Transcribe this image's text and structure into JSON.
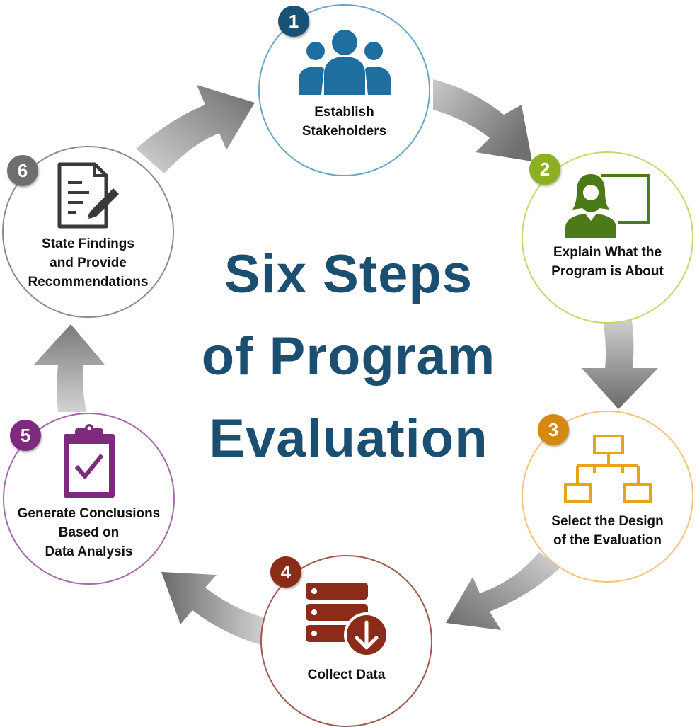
{
  "title": {
    "line1": "Six Steps",
    "line2": "of Program",
    "line3": "Evaluation",
    "color": "#1b4f72"
  },
  "steps": [
    {
      "number": "1",
      "label": "Establish\nStakeholders",
      "color": "#1a5276",
      "border": "#6aa6c8",
      "icon": "stakeholders-icon"
    },
    {
      "number": "2",
      "label": "Explain What the\nProgram is About",
      "color": "#8db020",
      "border": "#c3d96a",
      "icon": "presenter-icon"
    },
    {
      "number": "3",
      "label": "Select the Design\nof the Evaluation",
      "color": "#d68910",
      "border": "#f0c77a",
      "icon": "hierarchy-icon"
    },
    {
      "number": "4",
      "label": "Collect Data",
      "color": "#8b2b1a",
      "border": "#9a5a4e",
      "icon": "database-download-icon"
    },
    {
      "number": "5",
      "label": "Generate Conclusions\nBased on\nData Analysis",
      "color": "#7d2a7f",
      "border": "#a66aa8",
      "icon": "clipboard-check-icon"
    },
    {
      "number": "6",
      "label": "State Findings\nand Provide\nRecommendations",
      "color": "#6e6e6e",
      "border": "#8c8c8c",
      "icon": "document-edit-icon"
    }
  ]
}
